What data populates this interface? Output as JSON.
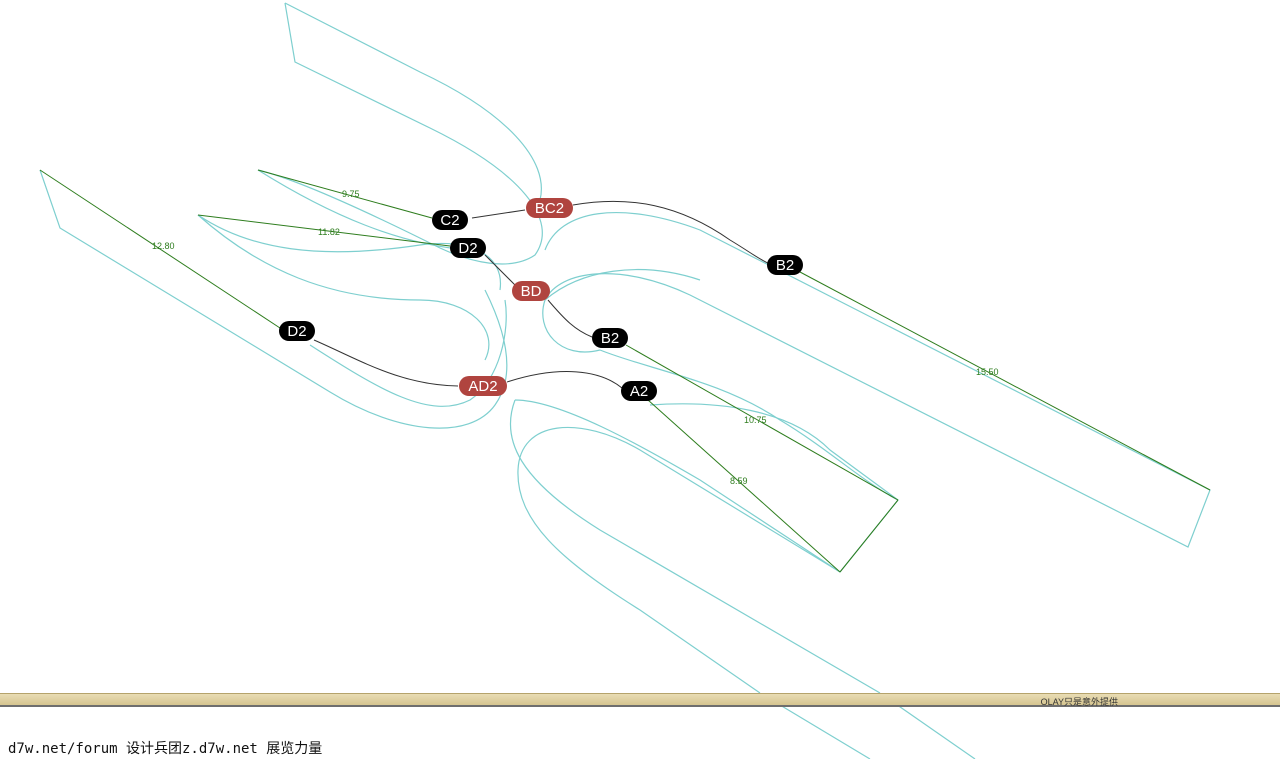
{
  "diagram": {
    "nodes": [
      {
        "id": "c2",
        "label": "C2",
        "kind": "module"
      },
      {
        "id": "bc2",
        "label": "BC2",
        "kind": "junction"
      },
      {
        "id": "d2_upper",
        "label": "D2",
        "kind": "module"
      },
      {
        "id": "b2_right",
        "label": "B2",
        "kind": "module"
      },
      {
        "id": "bd",
        "label": "BD",
        "kind": "junction"
      },
      {
        "id": "d2_left",
        "label": "D2",
        "kind": "module"
      },
      {
        "id": "b2_mid",
        "label": "B2",
        "kind": "module"
      },
      {
        "id": "ad2",
        "label": "AD2",
        "kind": "junction"
      },
      {
        "id": "a2",
        "label": "A2",
        "kind": "module"
      }
    ],
    "distances": [
      {
        "id": "d_975",
        "value": "9.75"
      },
      {
        "id": "d_1182",
        "value": "11.82"
      },
      {
        "id": "d_1280",
        "value": "12.80"
      },
      {
        "id": "d_1550",
        "value": "15.50"
      },
      {
        "id": "d_1075",
        "value": "10.75"
      },
      {
        "id": "d_859",
        "value": "8.59"
      }
    ],
    "colors": {
      "module": "#000000",
      "junction": "#b0443f",
      "outline": "#7ecfcf",
      "dimension": "#2e7d1e",
      "path": "#333333"
    }
  },
  "status_bar": {
    "text": "OLAY只是意外提供"
  },
  "watermark": {
    "text": "d7w.net/forum 设计兵团z.d7w.net 展览力量"
  }
}
